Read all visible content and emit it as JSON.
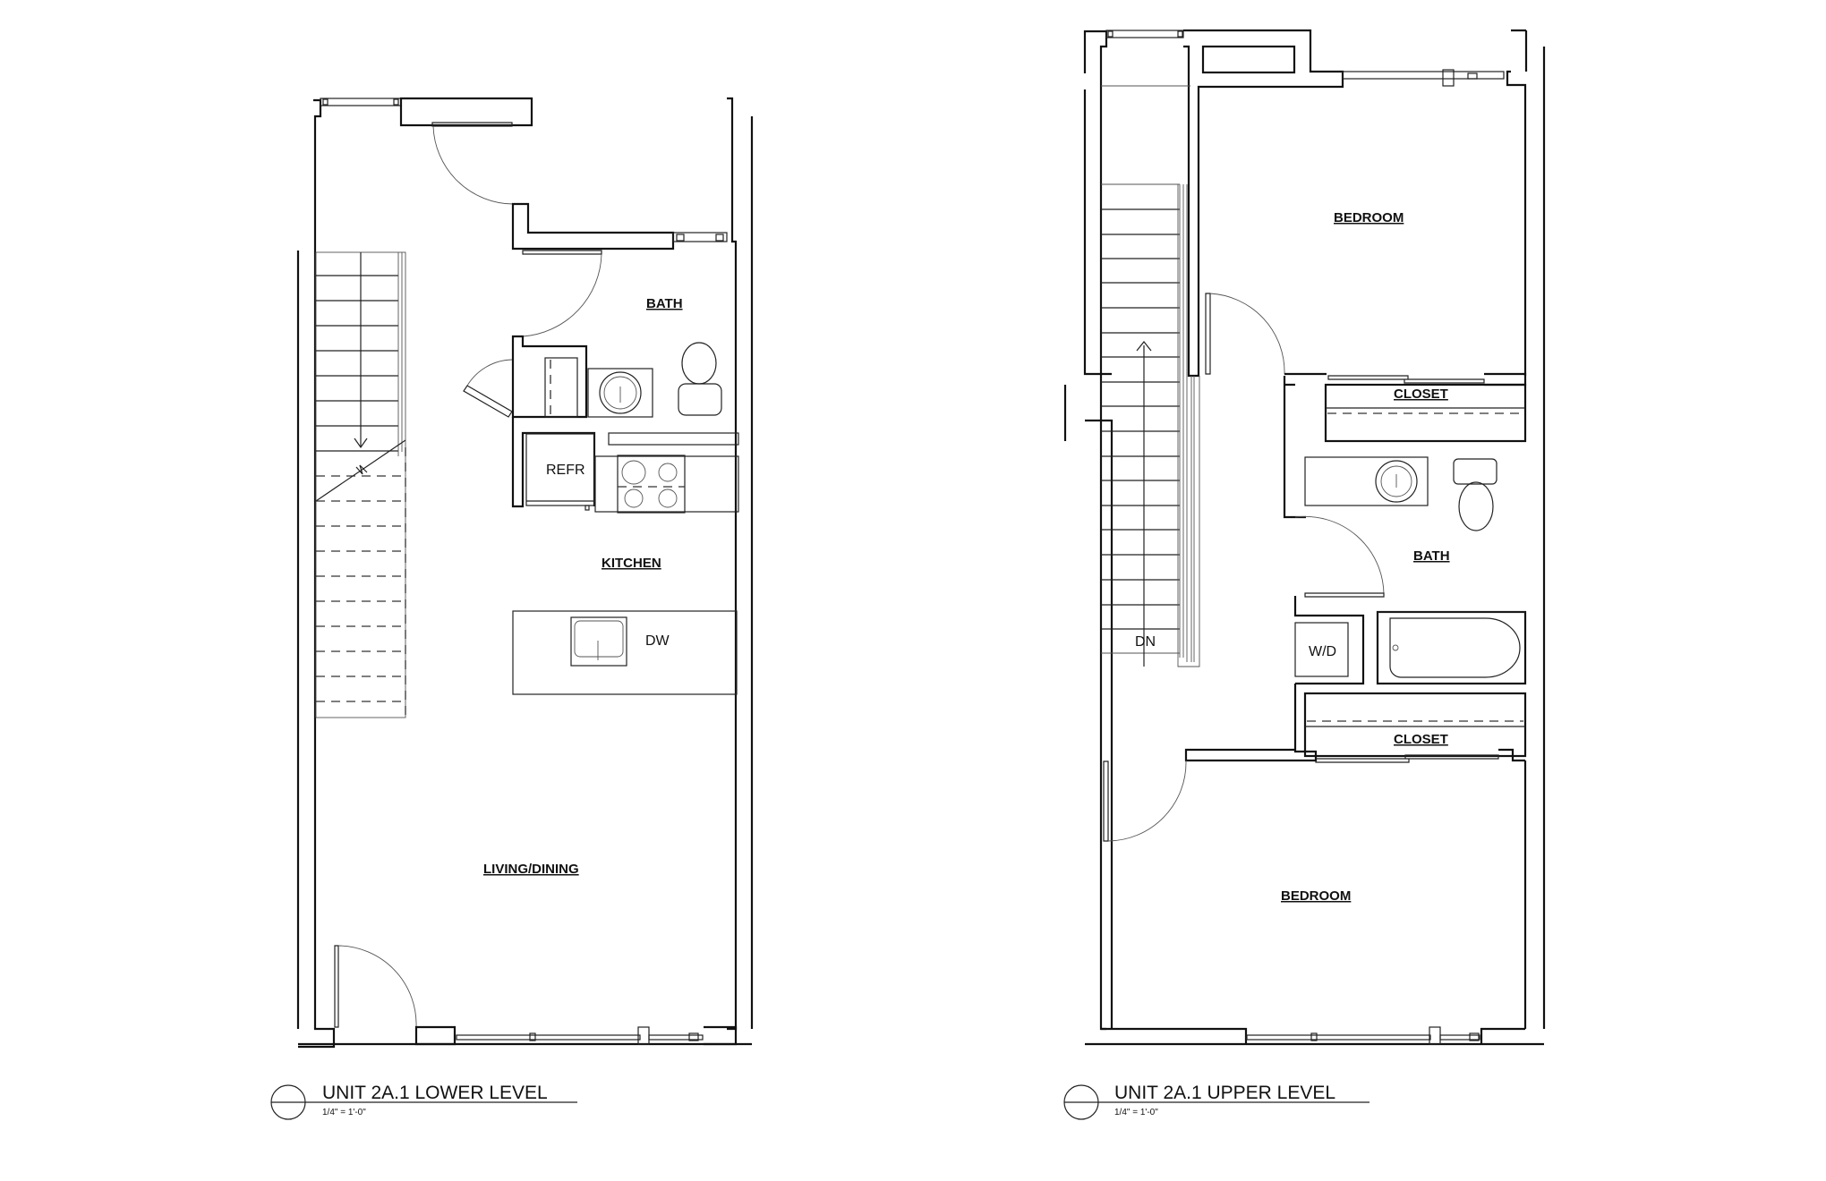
{
  "lower_level": {
    "title": "UNIT 2A.1 LOWER LEVEL",
    "scale": "1/4\" = 1'-0\"",
    "rooms": {
      "bath": "BATH",
      "kitchen": "KITCHEN",
      "living_dining": "LIVING/DINING"
    },
    "fixtures": {
      "refrigerator": "REFR",
      "dishwasher": "DW"
    }
  },
  "upper_level": {
    "title": "UNIT 2A.1 UPPER LEVEL",
    "scale": "1/4\" = 1'-0\"",
    "rooms": {
      "bedroom_top": "BEDROOM",
      "closet_top": "CLOSET",
      "bath": "BATH",
      "closet_bottom": "CLOSET",
      "bedroom_bottom": "BEDROOM"
    },
    "fixtures": {
      "washer_dryer": "W/D",
      "stair_direction": "DN"
    }
  },
  "colors": {
    "line": "#111111",
    "background": "#ffffff"
  }
}
